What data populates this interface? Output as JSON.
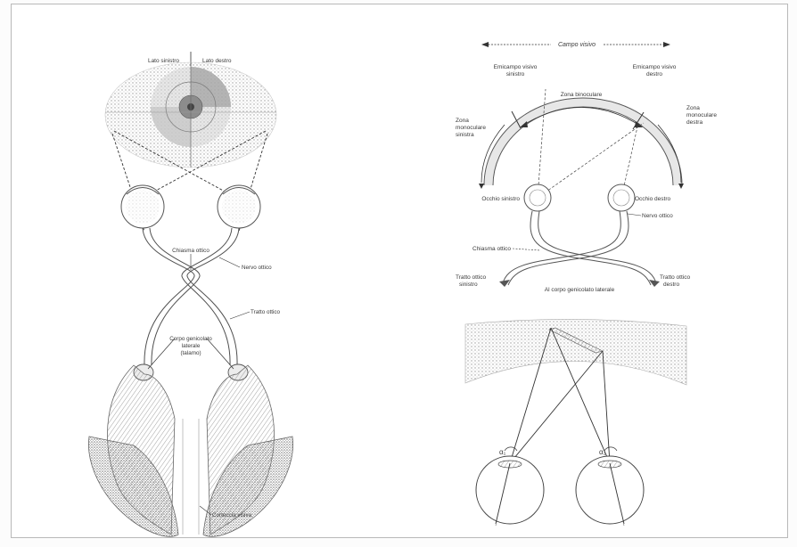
{
  "left_figure": {
    "field_left": "Lato sinistro",
    "field_right": "Lato destro",
    "chiasma": "Chiasma ottico",
    "nerve": "Nervo ottico",
    "tract": "Tratto ottico",
    "lgn_line1": "Corpo genicolato",
    "lgn_line2": "laterale",
    "lgn_line3": "(talamo)",
    "cortex": "Corteccia visiva"
  },
  "right_top_figure": {
    "visual_field": "Campo visivo",
    "left_hemifield_line1": "Emicampo visivo",
    "left_hemifield_line2": "sinistro",
    "right_hemifield_line1": "Emicampo visivo",
    "right_hemifield_line2": "destro",
    "binocular_zone": "Zona binoculare",
    "mono_left_line1": "Zona",
    "mono_left_line2": "monoculare",
    "mono_left_line3": "sinistra",
    "mono_right_line1": "Zona",
    "mono_right_line2": "monoculare",
    "mono_right_line3": "destra",
    "left_eye": "Occhio sinistro",
    "right_eye": "Occhio destro",
    "optic_nerve": "Nervo ottico",
    "optic_chiasm": "Chiasma ottico",
    "left_tract_line1": "Tratto ottico",
    "left_tract_line2": "sinistro",
    "right_tract_line1": "Tratto ottico",
    "right_tract_line2": "destro",
    "to_lgn": "Al corpo genicolato laterale"
  },
  "right_bottom_figure": {
    "alpha_left": "α₁",
    "alpha_right": "α₂"
  }
}
